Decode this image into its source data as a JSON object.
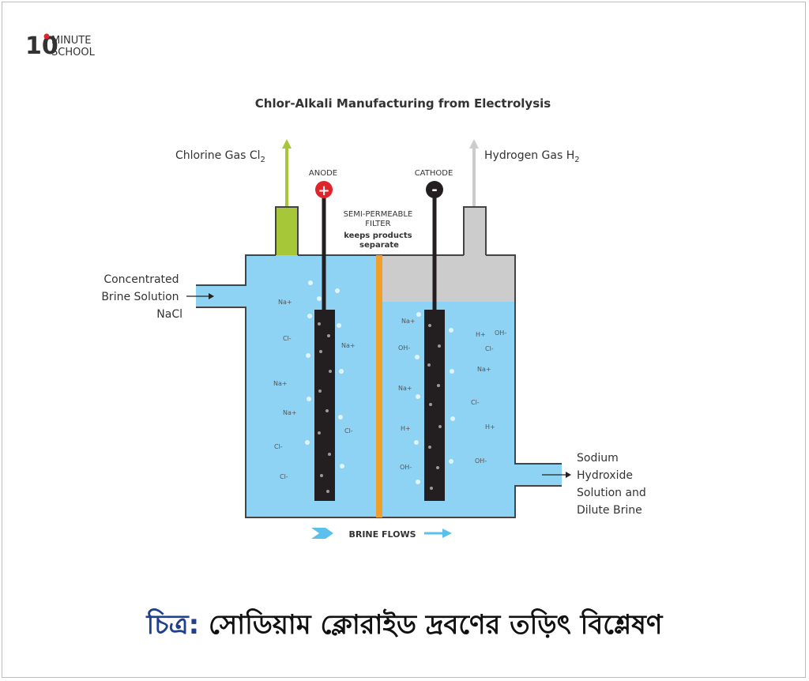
{
  "logo": {
    "number": "10",
    "line1": "MINUTE",
    "line2": "SCHOOL"
  },
  "title": "Chlor-Alkali Manufacturing from Electrolysis",
  "chlorine_label": "Chlorine Gas Cl",
  "chlorine_sub": "2",
  "hydrogen_label": "Hydrogen Gas H",
  "hydrogen_sub": "2",
  "anode_label": "ANODE",
  "cathode_label": "CATHODE",
  "anode_sign": "+",
  "cathode_sign": "-",
  "filter_label": [
    "SEMI-PERMEABLE",
    "FILTER",
    "keeps products",
    "separate"
  ],
  "inlet_label": [
    "Concentrated",
    "Brine Solution",
    "NaCl"
  ],
  "outlet_label": [
    "Sodium",
    "Hydroxide",
    "Solution and",
    "Dilute Brine"
  ],
  "flow_label": "BRINE FLOWS",
  "ions": {
    "na": "Na+",
    "cl": "Cl-",
    "oh": "OH-",
    "h": "H+"
  },
  "colors": {
    "solution": "#8fd3f4",
    "outline": "#444444",
    "gas_chlorine": "#a6c838",
    "gas_hydrogen": "#cccccc",
    "filter": "#f0a02a",
    "anode": "#e0242b",
    "electrode": "#231f20",
    "arrow": "#5bc0eb",
    "caption_prefix": "#1f3f8f"
  },
  "caption": {
    "prefix": "চিত্র:",
    "text": "সোডিয়াম ক্লোরাইড দ্রবণের তড়িৎ বিশ্লেষণ"
  }
}
